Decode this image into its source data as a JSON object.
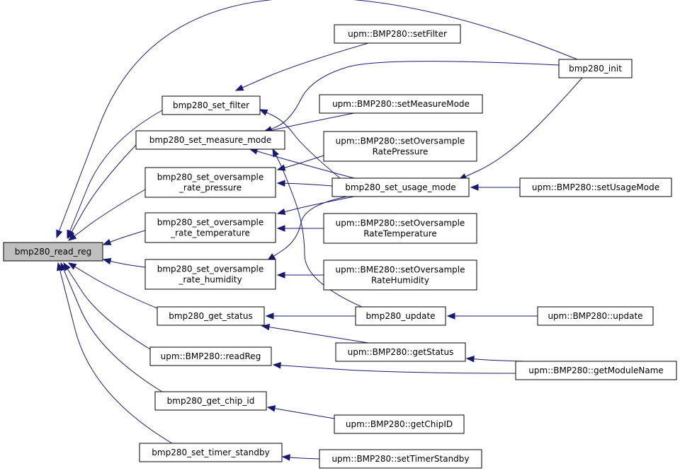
{
  "colors": {
    "edge": "#191970",
    "root_fill": "#bfbfbf",
    "node_fill": "#ffffff",
    "border": "#000000"
  },
  "nodes": {
    "bmp280_read_reg": {
      "lines": [
        "bmp280_read_reg"
      ],
      "root": true
    },
    "bmp280_set_filter": {
      "lines": [
        "bmp280_set_filter"
      ]
    },
    "bmp280_set_measure_mode": {
      "lines": [
        "bmp280_set_measure_mode"
      ]
    },
    "bmp280_set_oversample_rate_pressure": {
      "lines": [
        "bmp280_set_oversample",
        "_rate_pressure"
      ]
    },
    "bmp280_set_oversample_rate_temperature": {
      "lines": [
        "bmp280_set_oversample",
        "_rate_temperature"
      ]
    },
    "bmp280_set_oversample_rate_humidity": {
      "lines": [
        "bmp280_set_oversample",
        "_rate_humidity"
      ]
    },
    "bmp280_get_status": {
      "lines": [
        "bmp280_get_status"
      ]
    },
    "upm_BMP280_readReg": {
      "lines": [
        "upm::BMP280::readReg"
      ]
    },
    "bmp280_get_chip_id": {
      "lines": [
        "bmp280_get_chip_id"
      ]
    },
    "bmp280_set_timer_standby": {
      "lines": [
        "bmp280_set_timer_standby"
      ]
    },
    "upm_BMP280_setFilter": {
      "lines": [
        "upm::BMP280::setFilter"
      ]
    },
    "upm_BMP280_setMeasureMode": {
      "lines": [
        "upm::BMP280::setMeasureMode"
      ]
    },
    "upm_BMP280_setOversampleRatePressure": {
      "lines": [
        "upm::BMP280::setOversample",
        "RatePressure"
      ]
    },
    "bmp280_set_usage_mode": {
      "lines": [
        "bmp280_set_usage_mode"
      ]
    },
    "upm_BMP280_setOversampleRateTemperature": {
      "lines": [
        "upm::BMP280::setOversample",
        "RateTemperature"
      ]
    },
    "upm_BME280_setOversampleRateHumidity": {
      "lines": [
        "upm::BME280::setOversample",
        "RateHumidity"
      ]
    },
    "bmp280_update": {
      "lines": [
        "bmp280_update"
      ]
    },
    "upm_BMP280_getStatus": {
      "lines": [
        "upm::BMP280::getStatus"
      ]
    },
    "upm_BMP280_getChipID": {
      "lines": [
        "upm::BMP280::getChipID"
      ]
    },
    "upm_BMP280_setTimerStandby": {
      "lines": [
        "upm::BMP280::setTimerStandby"
      ]
    },
    "bmp280_init": {
      "lines": [
        "bmp280_init"
      ]
    },
    "upm_BMP280_setUsageMode": {
      "lines": [
        "upm::BMP280::setUsageMode"
      ]
    },
    "upm_BMP280_update": {
      "lines": [
        "upm::BMP280::update"
      ]
    },
    "upm_BMP280_getModuleName": {
      "lines": [
        "upm::BMP280::getModuleName"
      ]
    }
  },
  "edges": [
    {
      "from": "bmp280_set_filter",
      "to": "bmp280_read_reg"
    },
    {
      "from": "bmp280_set_measure_mode",
      "to": "bmp280_read_reg"
    },
    {
      "from": "bmp280_set_oversample_rate_pressure",
      "to": "bmp280_read_reg"
    },
    {
      "from": "bmp280_set_oversample_rate_temperature",
      "to": "bmp280_read_reg"
    },
    {
      "from": "bmp280_set_oversample_rate_humidity",
      "to": "bmp280_read_reg"
    },
    {
      "from": "bmp280_get_status",
      "to": "bmp280_read_reg"
    },
    {
      "from": "upm_BMP280_readReg",
      "to": "bmp280_read_reg"
    },
    {
      "from": "bmp280_get_chip_id",
      "to": "bmp280_read_reg"
    },
    {
      "from": "bmp280_set_timer_standby",
      "to": "bmp280_read_reg"
    },
    {
      "from": "bmp280_init",
      "to": "bmp280_read_reg"
    },
    {
      "from": "upm_BMP280_setFilter",
      "to": "bmp280_set_filter"
    },
    {
      "from": "bmp280_set_usage_mode",
      "to": "bmp280_set_filter"
    },
    {
      "from": "upm_BMP280_setMeasureMode",
      "to": "bmp280_set_measure_mode"
    },
    {
      "from": "bmp280_init",
      "to": "bmp280_set_measure_mode"
    },
    {
      "from": "bmp280_set_usage_mode",
      "to": "bmp280_set_measure_mode"
    },
    {
      "from": "bmp280_update",
      "to": "bmp280_set_measure_mode"
    },
    {
      "from": "upm_BMP280_setOversampleRatePressure",
      "to": "bmp280_set_oversample_rate_pressure"
    },
    {
      "from": "bmp280_set_usage_mode",
      "to": "bmp280_set_oversample_rate_pressure"
    },
    {
      "from": "upm_BMP280_setOversampleRateTemperature",
      "to": "bmp280_set_oversample_rate_temperature"
    },
    {
      "from": "bmp280_set_usage_mode",
      "to": "bmp280_set_oversample_rate_temperature"
    },
    {
      "from": "upm_BME280_setOversampleRateHumidity",
      "to": "bmp280_set_oversample_rate_humidity"
    },
    {
      "from": "bmp280_set_usage_mode",
      "to": "bmp280_set_oversample_rate_humidity"
    },
    {
      "from": "bmp280_update",
      "to": "bmp280_get_status"
    },
    {
      "from": "upm_BMP280_getStatus",
      "to": "bmp280_get_status"
    },
    {
      "from": "upm_BMP280_getModuleName",
      "to": "upm_BMP280_readReg"
    },
    {
      "from": "upm_BMP280_getChipID",
      "to": "bmp280_get_chip_id"
    },
    {
      "from": "upm_BMP280_setTimerStandby",
      "to": "bmp280_set_timer_standby"
    },
    {
      "from": "bmp280_init",
      "to": "bmp280_set_usage_mode"
    },
    {
      "from": "upm_BMP280_setUsageMode",
      "to": "bmp280_set_usage_mode"
    },
    {
      "from": "upm_BMP280_update",
      "to": "bmp280_update"
    },
    {
      "from": "upm_BMP280_getModuleName",
      "to": "upm_BMP280_getStatus"
    }
  ]
}
